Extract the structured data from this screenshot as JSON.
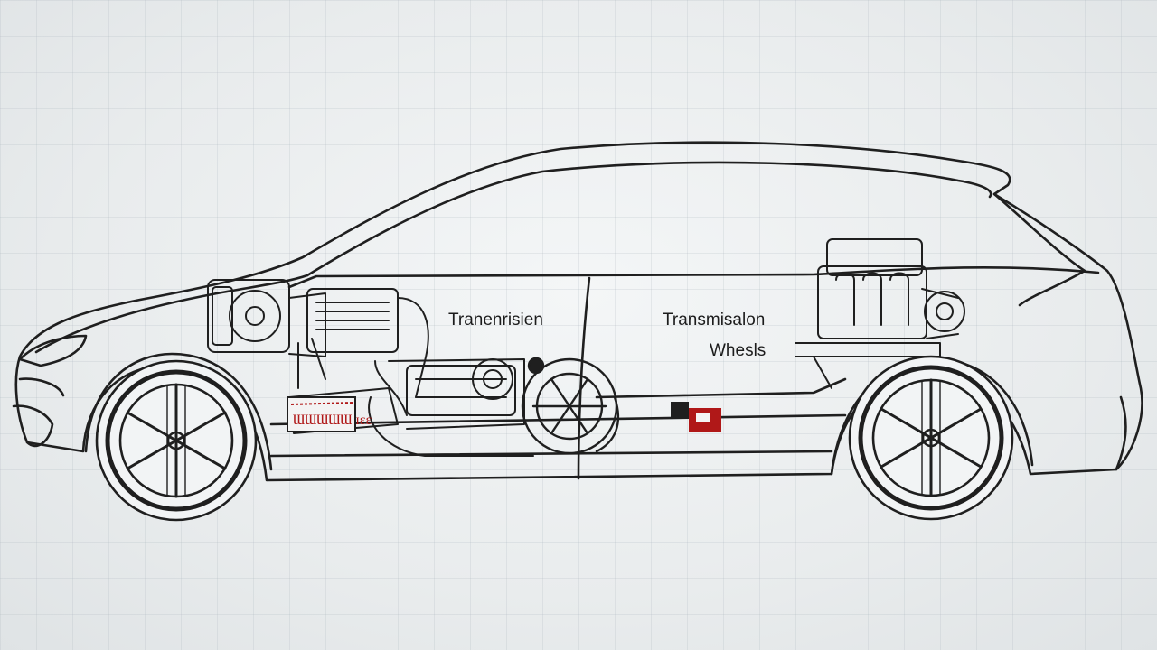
{
  "labels": {
    "left_transmission": "Tranenrisien",
    "right_transmission": "Transmisalon",
    "wheels": "Whesls",
    "battery_marking": "ƜƜƜƜƜ ɪɛɛ"
  },
  "colors": {
    "line": "#1f1f1f",
    "accent_red": "#b01818",
    "background": "#eceff0"
  }
}
